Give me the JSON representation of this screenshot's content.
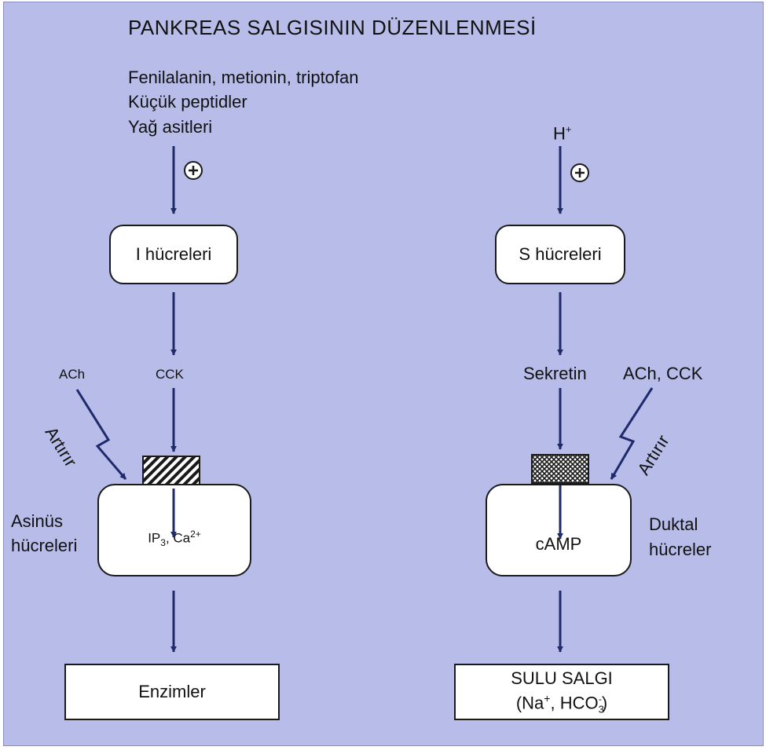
{
  "title": "PANKREAS SALGISININ DÜZENLENMESİ",
  "left": {
    "stimuli": [
      "Fenilalanin, metionin, triptofan",
      "Küçük peptidler",
      "Yağ asitleri"
    ],
    "plus_sign": "+",
    "cell_box": "I hücreleri",
    "hormone": "CCK",
    "neural": "ACh",
    "potentiation_label": "Artırır",
    "target_cells_line1": "Asinüs",
    "target_cells_line2": "hücreleri",
    "messenger": "IP",
    "messenger_sub": "3",
    "messenger_rest": ", Ca",
    "messenger_sup": "2+",
    "output": "Enzimler"
  },
  "right": {
    "stimulus": "H",
    "stimulus_sup": "+",
    "plus_sign": "+",
    "cell_box": "S hücreleri",
    "hormone": "Sekretin",
    "neural": "ACh, CCK",
    "potentiation_label": "Artırır",
    "target_cells_line1": "Duktal",
    "target_cells_line2": "hücreler",
    "messenger": "cAMP",
    "output_line1": "SULU SALGI",
    "output_line2_a": "(Na",
    "output_line2_sup": "+",
    "output_line2_b": ", HCO",
    "output_line2_sub": "3",
    "output_line2_subsup": "-",
    "output_line2_c": ")"
  },
  "colors": {
    "background": "#b7bde8",
    "arrow": "#1f2a6b",
    "box_fill": "#ffffff"
  }
}
